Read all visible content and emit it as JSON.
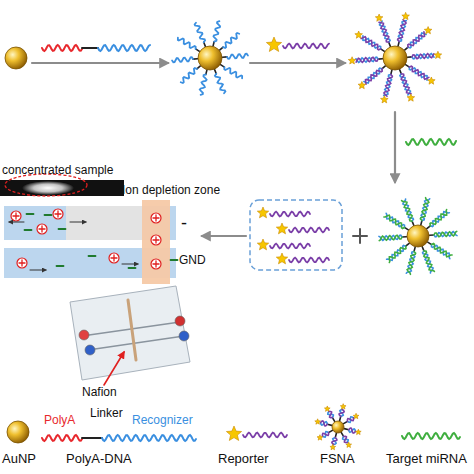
{
  "diagram": {
    "labels": [
      "concentrated sample",
      "Ion depletion zone",
      "-",
      "GND",
      "Nafion",
      "PolyA",
      "Linker",
      "Recognizer"
    ],
    "legend": [
      {
        "text": "AuNP"
      },
      {
        "text": "PolyA-DNA"
      },
      {
        "text": "Reporter"
      },
      {
        "text": "FSNA"
      },
      {
        "text": "Target miRNA"
      }
    ]
  }
}
